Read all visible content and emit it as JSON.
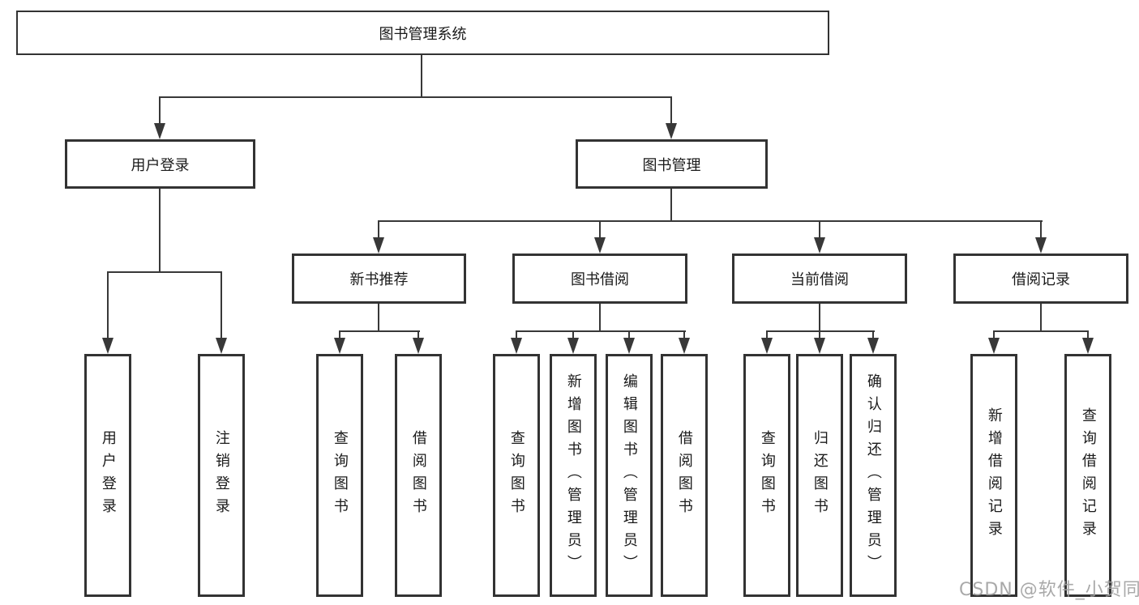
{
  "diagram": {
    "root": {
      "label": "图书管理系统"
    },
    "level2": [
      {
        "id": "user-login",
        "label": "用户登录"
      },
      {
        "id": "book-management",
        "label": "图书管理"
      }
    ],
    "level3": [
      {
        "id": "new-book-recommend",
        "label": "新书推荐",
        "parent": "图书管理"
      },
      {
        "id": "book-borrow",
        "label": "图书借阅",
        "parent": "图书管理"
      },
      {
        "id": "current-borrow",
        "label": "当前借阅",
        "parent": "图书管理"
      },
      {
        "id": "borrow-records",
        "label": "借阅记录",
        "parent": "图书管理"
      }
    ],
    "leaves": [
      {
        "id": "leaf-user-login",
        "label": "用户登录",
        "parent": "用户登录"
      },
      {
        "id": "leaf-logout",
        "label": "注销登录",
        "parent": "用户登录"
      },
      {
        "id": "leaf-query-books-1",
        "label": "查询图书",
        "parent": "新书推荐"
      },
      {
        "id": "leaf-borrow-books-1",
        "label": "借阅图书",
        "parent": "新书推荐"
      },
      {
        "id": "leaf-query-books-2",
        "label": "查询图书",
        "parent": "图书借阅"
      },
      {
        "id": "leaf-add-books",
        "label": "新增图书（管理员）",
        "parent": "图书借阅"
      },
      {
        "id": "leaf-edit-books",
        "label": "编辑图书（管理员）",
        "parent": "图书借阅"
      },
      {
        "id": "leaf-borrow-books-2",
        "label": "借阅图书",
        "parent": "图书借阅"
      },
      {
        "id": "leaf-query-books-3",
        "label": "查询图书",
        "parent": "当前借阅"
      },
      {
        "id": "leaf-return-books",
        "label": "归还图书",
        "parent": "当前借阅"
      },
      {
        "id": "leaf-confirm-return",
        "label": "确认归还（管理员）",
        "parent": "当前借阅"
      },
      {
        "id": "leaf-add-borrow-record",
        "label": "新增借阅记录",
        "parent": "借阅记录"
      },
      {
        "id": "leaf-query-borrow-record",
        "label": "查询借阅记录",
        "parent": "借阅记录"
      }
    ]
  },
  "watermark": {
    "text": "CSDN @软件_小贺同学",
    "color": "#a0a0a0"
  },
  "colors": {
    "background": "#ffffff",
    "box_fill": "#ffffff",
    "box_border": "#333333",
    "line": "#383838",
    "text": "#1a1a1a"
  }
}
